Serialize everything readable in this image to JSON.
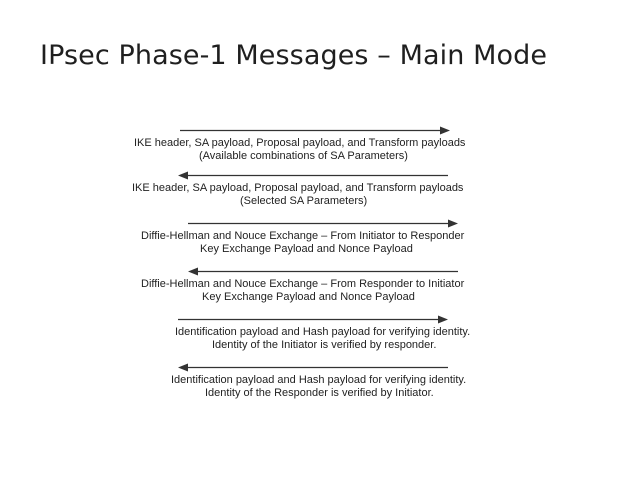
{
  "title": "IPsec Phase-1 Messages – Main Mode",
  "messages": [
    {
      "direction": "right",
      "line1": "IKE header, SA payload, Proposal payload, and Transform payloads",
      "line2": "(Available combinations of SA Parameters)"
    },
    {
      "direction": "left",
      "line1": "IKE header, SA payload, Proposal payload, and Transform payloads",
      "line2": "(Selected SA Parameters)"
    },
    {
      "direction": "right",
      "line1": "Diffie-Hellman and Nouce Exchange – From Initiator to Responder",
      "line2": "Key Exchange Payload and Nonce Payload"
    },
    {
      "direction": "left",
      "line1": "Diffie-Hellman and Nouce Exchange – From Responder to Initiator",
      "line2": "Key Exchange Payload and Nonce Payload"
    },
    {
      "direction": "right",
      "line1": "Identification payload and Hash payload for verifying identity.",
      "line2": "Identity of the Initiator is verified by responder."
    },
    {
      "direction": "left",
      "line1": "Identification payload and Hash payload for verifying identity.",
      "line2": "Identity of the Responder is verified by Initiator."
    }
  ]
}
